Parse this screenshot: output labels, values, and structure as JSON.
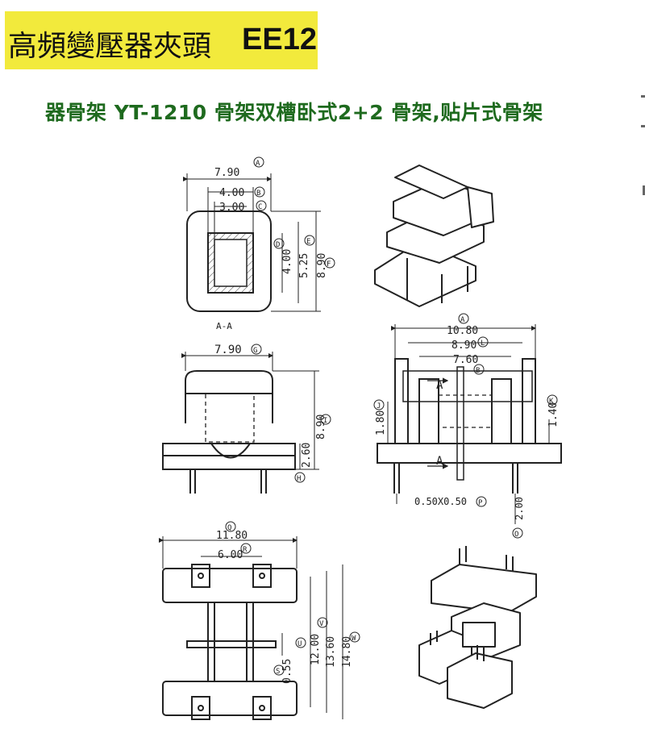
{
  "header": {
    "title_cn": "高頻變壓器夾頭",
    "title_code": "EE12",
    "subtitle": "器骨架   YT-1210  骨架双槽卧式2+2  骨架,贴片式骨架"
  },
  "colors": {
    "highlight": "#f2ea3c",
    "subtitle": "#1e6a1e",
    "line": "#222222"
  },
  "section_view": {
    "label": "A-A",
    "dims": {
      "A": "7.90",
      "B": "4.00",
      "C": "3.00",
      "D": "4.00",
      "E": "5.25",
      "F": "8.90"
    }
  },
  "front_view": {
    "dims": {
      "G": "7.90",
      "I": "8.90",
      "H": "2.60"
    }
  },
  "side_view": {
    "dims": {
      "A": "10.80",
      "L": "8.90",
      "B": "7.60",
      "J": "1.80",
      "K": "1.40",
      "pin": "0.50X0.50",
      "pin_len": "2.00"
    },
    "section_mark": "A"
  },
  "bottom_view": {
    "dims": {
      "Q": "11.80",
      "R": "6.00",
      "U": "12.00",
      "V": "13.60",
      "W": "14.80",
      "S": "0.55"
    }
  }
}
